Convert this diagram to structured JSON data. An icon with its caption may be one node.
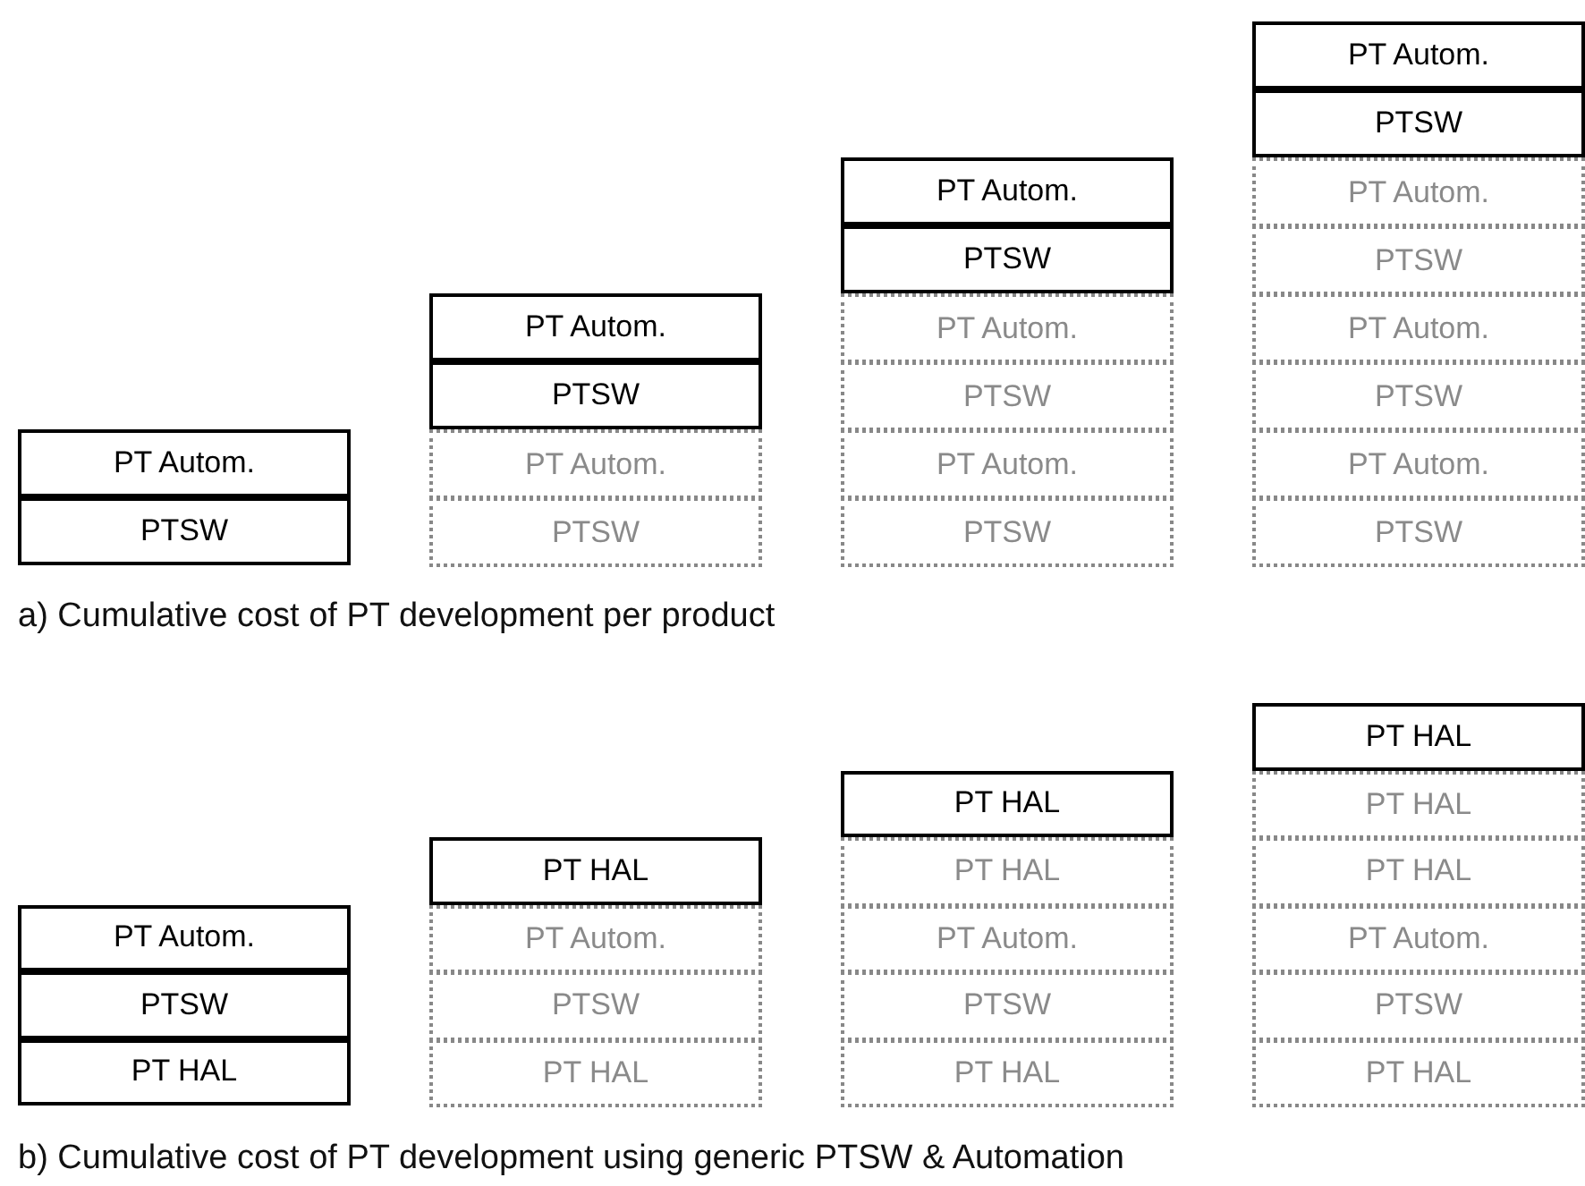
{
  "diagram": {
    "nodes": [
      {
        "text": [
          "PT Autom."
        ]
      },
      {
        "text": [
          "PTSW"
        ]
      },
      {
        "text": [
          "PT Autom."
        ]
      },
      {
        "text": [
          "PTSW"
        ]
      },
      {
        "text": [
          "PT Autom."
        ]
      },
      {
        "text": [
          "PTSW"
        ]
      },
      {
        "text": [
          "PT Autom."
        ]
      },
      {
        "text": [
          "PTSW"
        ]
      },
      {
        "text": [
          "PT Autom."
        ]
      },
      {
        "text": [
          "PTSW"
        ]
      },
      {
        "text": [
          "PT Autom."
        ]
      },
      {
        "text": [
          "PTSW"
        ]
      },
      {
        "text": [
          "PT Autom."
        ]
      },
      {
        "text": [
          "PTSW"
        ]
      },
      {
        "text": [
          "PT Autom."
        ]
      },
      {
        "text": [
          "PTSW"
        ]
      },
      {
        "text": [
          "PT Autom."
        ]
      },
      {
        "text": [
          "PTSW"
        ]
      },
      {
        "text": [
          "PT Autom."
        ]
      },
      {
        "text": [
          "PTSW"
        ]
      },
      {
        "text": [
          "PT Autom."
        ]
      },
      {
        "text": [
          "PTSW"
        ]
      },
      {
        "text": [
          "PT HAL"
        ]
      },
      {
        "text": [
          "PT HAL"
        ]
      },
      {
        "text": [
          "PT Autom."
        ]
      },
      {
        "text": [
          "PTSW"
        ]
      },
      {
        "text": [
          "PT HAL"
        ]
      },
      {
        "text": [
          "PT HAL"
        ]
      },
      {
        "text": [
          "PT HAL"
        ]
      },
      {
        "text": [
          "PT Autom."
        ]
      },
      {
        "text": [
          "PTSW"
        ]
      },
      {
        "text": [
          "PT HAL"
        ]
      },
      {
        "text": [
          "PT HAL"
        ]
      },
      {
        "text": [
          "PT HAL"
        ]
      },
      {
        "text": [
          "PT HAL"
        ]
      },
      {
        "text": [
          "PT Autom."
        ]
      },
      {
        "text": [
          "PTSW"
        ]
      },
      {
        "text": [
          "PT HAL"
        ]
      }
    ],
    "labels": [
      "a) Cumulative cost of PT development per product",
      "b) Cumulative cost of PT development using generic PTSW & Automation"
    ]
  }
}
